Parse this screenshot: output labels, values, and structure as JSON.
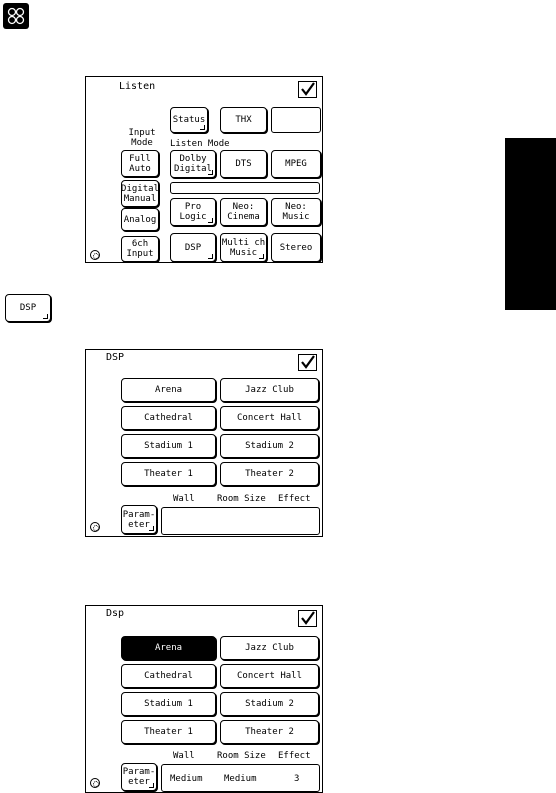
{
  "side_tab": {
    "color": "#000000"
  },
  "top_icon": {
    "name": "setup-remote-icon"
  },
  "listen_panel": {
    "title": "Listen",
    "top_buttons": {
      "status": "Status",
      "thx": "THX"
    },
    "input_mode_label": "Input\nMode",
    "listen_mode_label": "Listen Mode",
    "input_buttons": {
      "full_auto": "Full\nAuto",
      "digital_manual": "Digital\nManual",
      "analog": "Analog",
      "six_ch": "6ch\nInput"
    },
    "mode_buttons": {
      "dolby": "Dolby\nDigital",
      "dts": "DTS",
      "mpeg": "MPEG",
      "pro_logic": "Pro\nLogic",
      "neo_cinema": "Neo:\nCinema",
      "neo_music": "Neo:\nMusic",
      "dsp": "DSP",
      "multi_ch": "Multi ch\nMusic",
      "stereo": "Stereo"
    }
  },
  "dsp_key": {
    "label": "DSP"
  },
  "dsp_panel_1": {
    "title": "DSP",
    "buttons": [
      "Arena",
      "Jazz Club",
      "Cathedral",
      "Concert Hall",
      "Stadium 1",
      "Stadium 2",
      "Theater 1",
      "Theater 2"
    ],
    "headers": {
      "wall": "Wall",
      "room": "Room Size",
      "effect": "Effect"
    },
    "param": "Param-\neter"
  },
  "dsp_panel_2": {
    "title": "Dsp",
    "buttons": [
      "Arena",
      "Jazz Club",
      "Cathedral",
      "Concert Hall",
      "Stadium 1",
      "Stadium 2",
      "Theater 1",
      "Theater 2"
    ],
    "selected": "Arena",
    "headers": {
      "wall": "Wall",
      "room": "Room Size",
      "effect": "Effect"
    },
    "param": "Param-\neter",
    "values": {
      "wall": "Medium",
      "room": "Medium",
      "effect": "3"
    }
  }
}
